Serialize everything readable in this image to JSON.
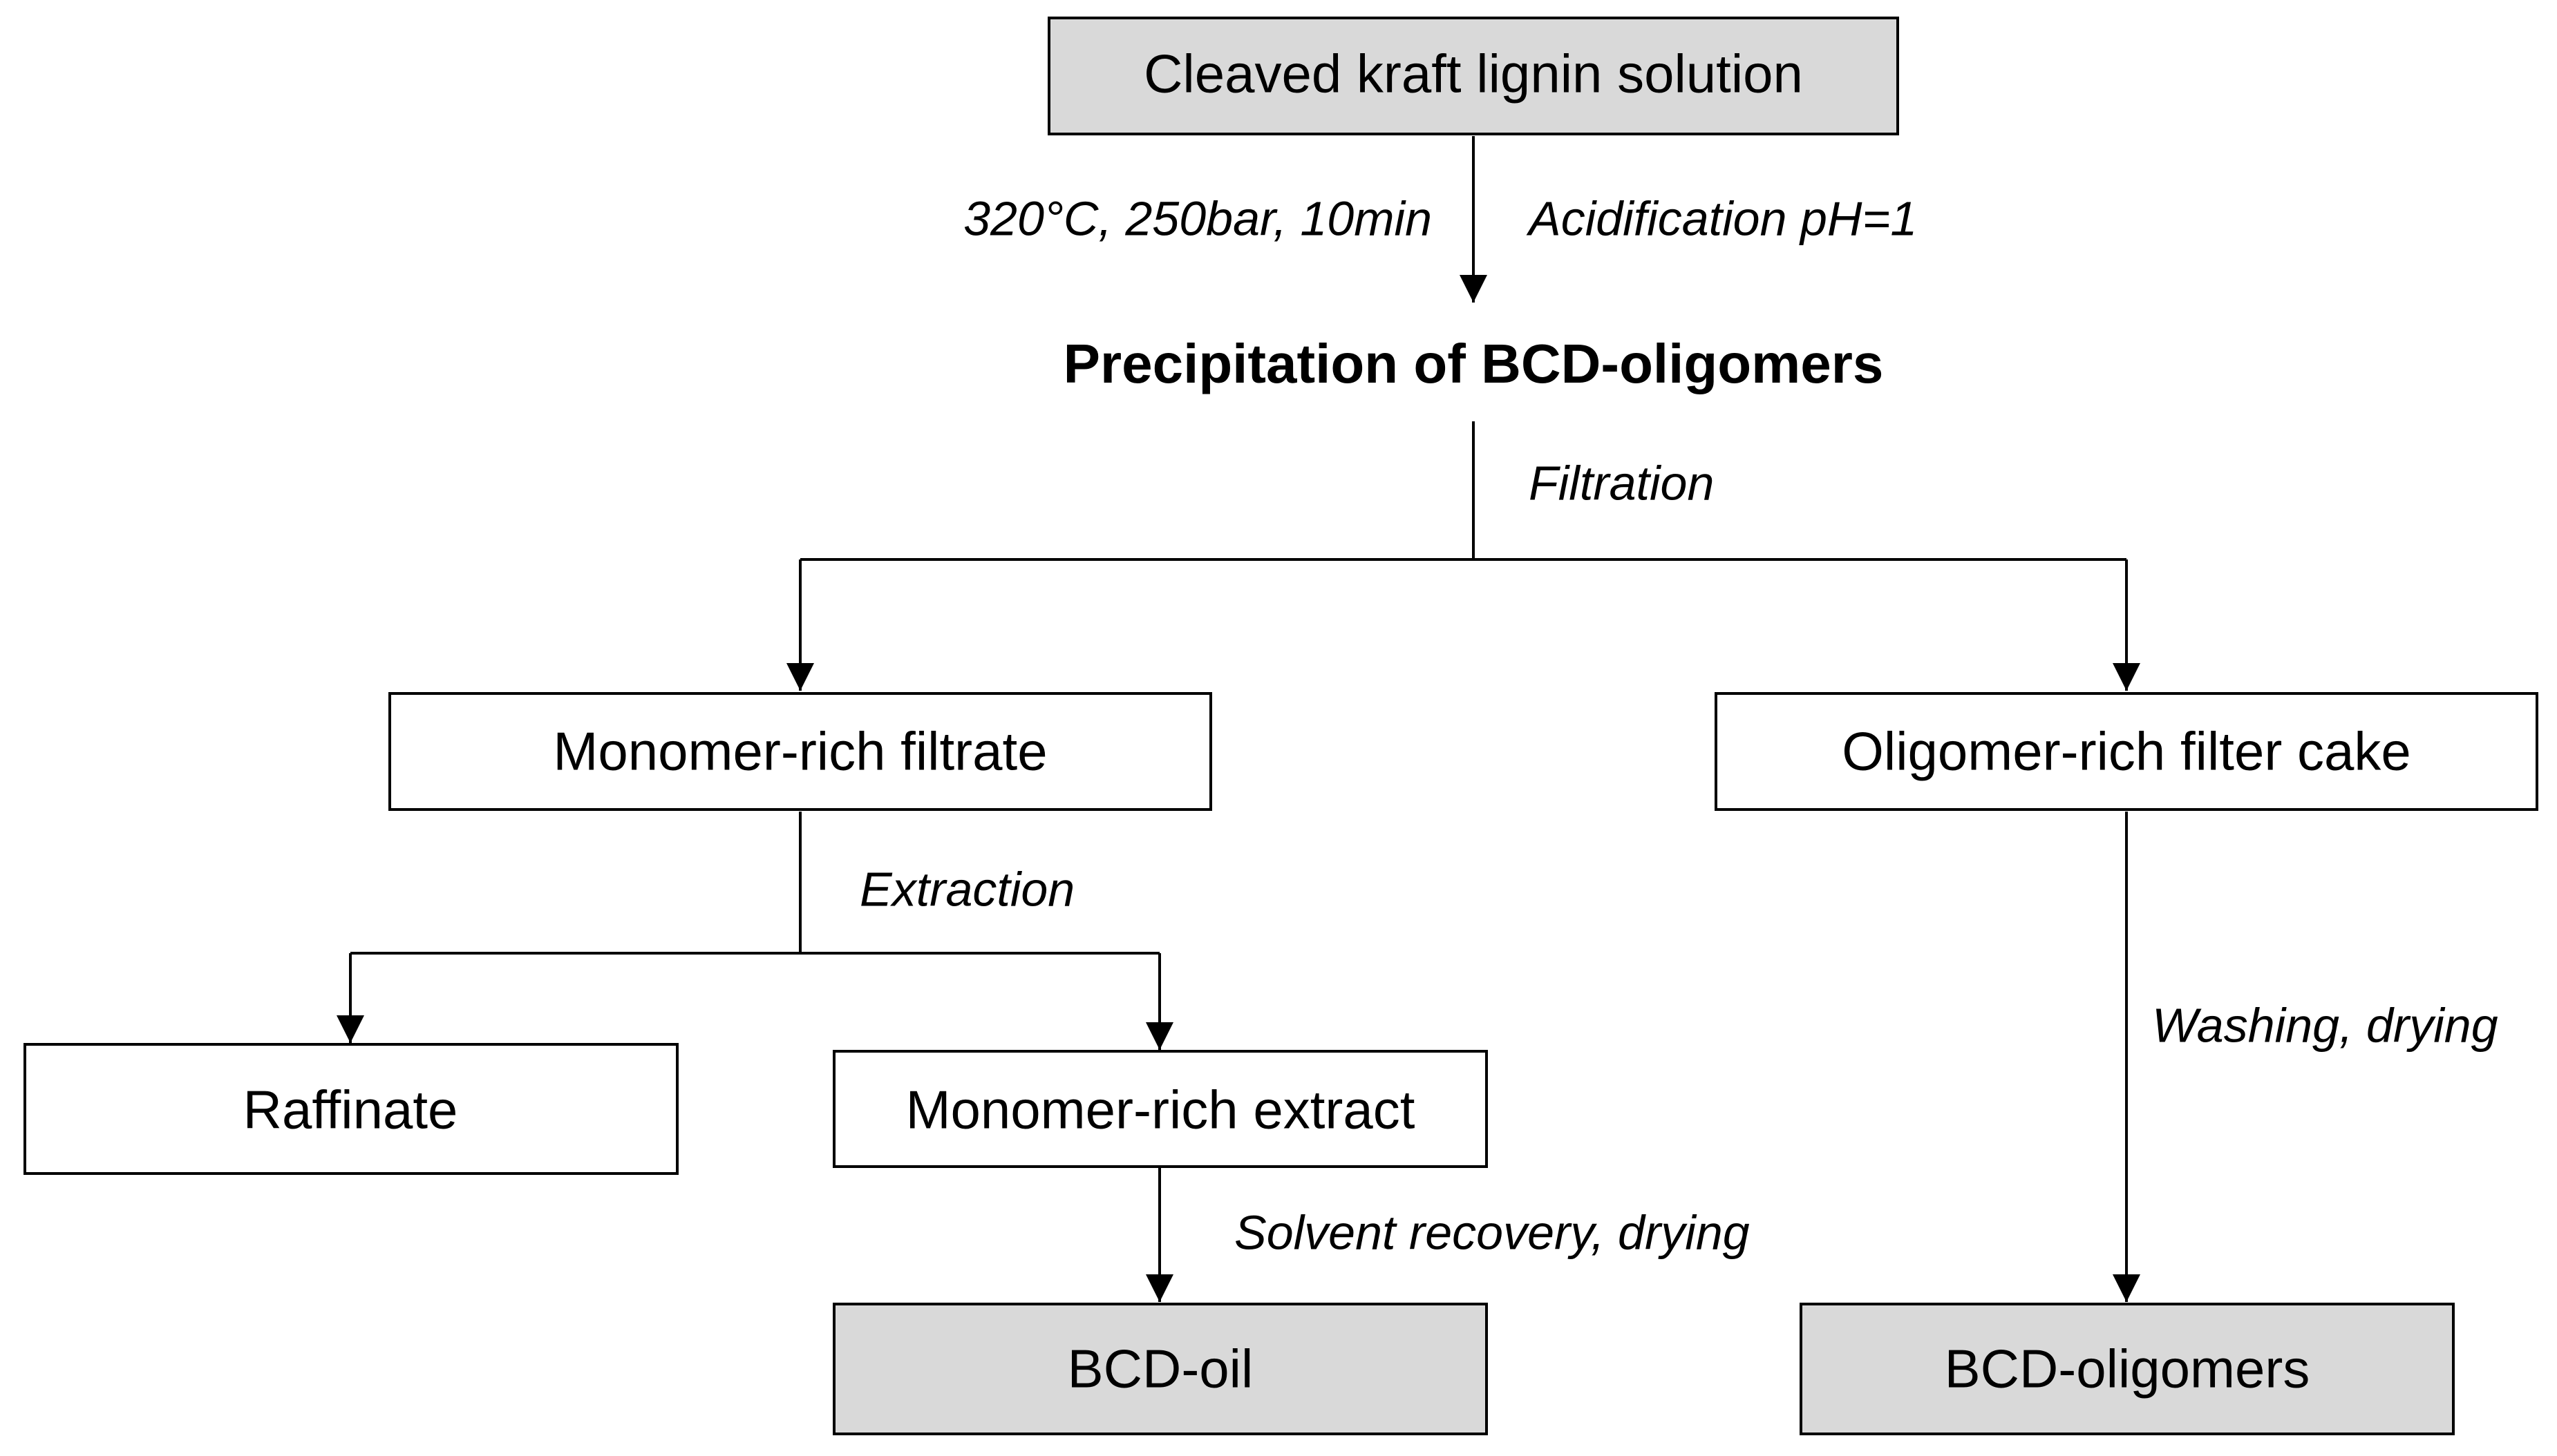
{
  "colors": {
    "box_fill_shaded": "#d9d9d9",
    "box_fill_plain": "#ffffff",
    "stroke": "#000000"
  },
  "nodes": {
    "input": "Cleaved kraft lignin solution",
    "precipitation": "Precipitation of BCD-oligomers",
    "filtrate": "Monomer-rich filtrate",
    "filter_cake": "Oligomer-rich filter cake",
    "raffinate": "Raffinate",
    "extract": "Monomer-rich extract",
    "oil": "BCD-oil",
    "oligomers": "BCD-oligomers"
  },
  "steps": {
    "conditions": "320°C, 250bar, 10min",
    "acidification": "Acidification pH=1",
    "filtration": "Filtration",
    "extraction": "Extraction",
    "washing": "Washing, drying",
    "solvent_recovery": "Solvent recovery, drying"
  }
}
